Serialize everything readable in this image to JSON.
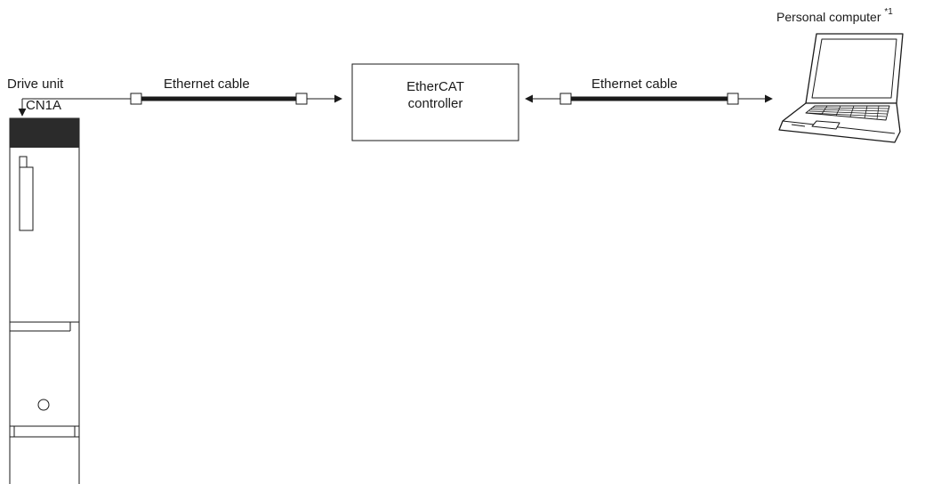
{
  "labels": {
    "drive_unit": "Drive unit",
    "cn1a": "CN1A",
    "cable_left": "Ethernet cable",
    "cable_right": "Ethernet cable",
    "controller_line1": "EtherCAT",
    "controller_line2": "controller",
    "pc": "Personal computer",
    "pc_note": "*1"
  }
}
